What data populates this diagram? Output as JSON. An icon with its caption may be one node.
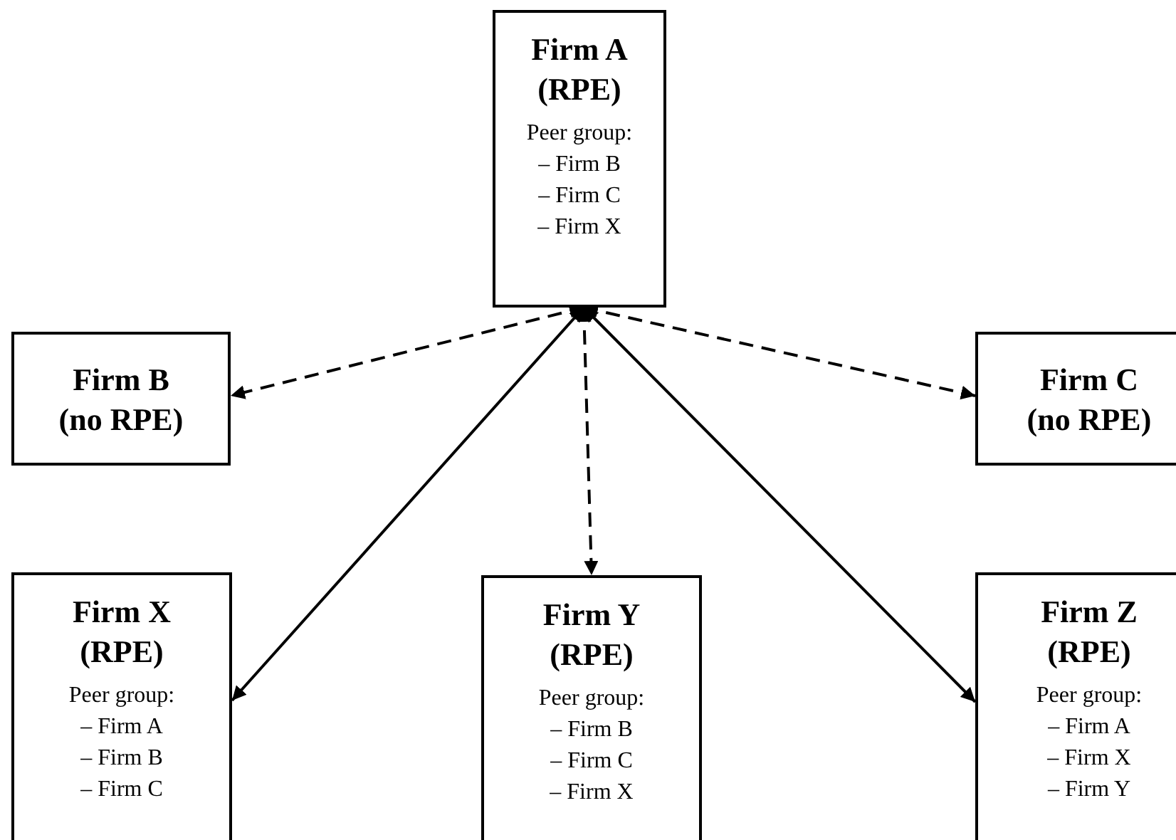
{
  "diagram": {
    "nodes": [
      {
        "text": [
          "Firm A (RPE)",
          "Peer group:",
          "– Firm B",
          "– Firm C",
          "– Firm X"
        ]
      },
      {
        "text": [
          "Firm B (no RPE)"
        ]
      },
      {
        "text": [
          "Firm C (no RPE)"
        ]
      },
      {
        "text": [
          "Firm X (RPE)",
          "Peer group:",
          "– Firm A",
          "– Firm B",
          "– Firm C"
        ]
      },
      {
        "text": [
          "Firm Y (RPE)",
          "Peer group:",
          "– Firm B",
          "– Firm C",
          "– Firm X"
        ]
      },
      {
        "text": [
          "Firm Z (RPE)",
          "Peer group:",
          "– Firm A",
          "– Firm X",
          "– Firm Y"
        ]
      }
    ],
    "edges": [
      {
        "from": 0,
        "to": 1,
        "arrow": "both",
        "style": "dashed"
      },
      {
        "from": 0,
        "to": 2,
        "arrow": "both",
        "style": "dashed"
      },
      {
        "from": 0,
        "to": 3,
        "arrow": "both"
      },
      {
        "from": 0,
        "to": 4,
        "arrow": "both",
        "style": "dashed"
      },
      {
        "from": 0,
        "to": 5,
        "arrow": "both"
      }
    ]
  }
}
